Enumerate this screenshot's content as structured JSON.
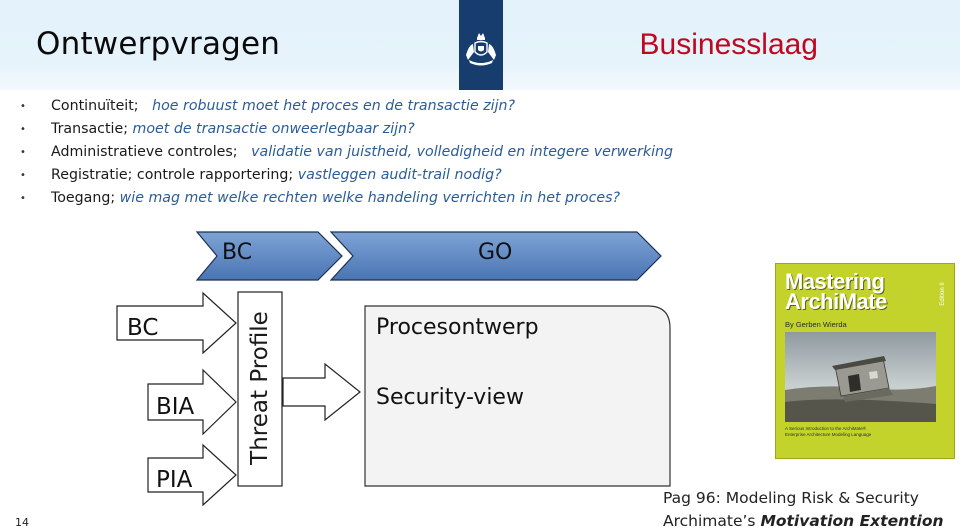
{
  "header": {
    "title": "Ontwerpvragen",
    "subtitle": "Businesslaag",
    "logo_icon": "royal-coat-of-arms-icon",
    "band_color": "#e4f2fb",
    "logo_color": "#173c6e",
    "subtitle_color": "#c0071f"
  },
  "bullets": [
    {
      "term": "Continuïteit;",
      "question": "hoe robuust moet het proces en de transactie zijn?"
    },
    {
      "term": "Transactie;",
      "question": "moet de transactie onweerlegbaar zijn?"
    },
    {
      "term": "Administratieve controles;",
      "question": "validatie van juistheid, volledigheid en integere verwerking"
    },
    {
      "term": "Registratie; controle rapportering;",
      "question": "vastleggen audit-trail nodig?"
    },
    {
      "term": "Toegang;",
      "question": "wie mag met welke rechten welke handeling verrichten in het proces?"
    }
  ],
  "diagram": {
    "top_bar": {
      "left_label": "BC",
      "right_label": "GO",
      "color": "#5b82bc"
    },
    "inputs": [
      "BC",
      "BIA",
      "PIA"
    ],
    "threat_profile": "Threat Profile",
    "process_box": {
      "line1": "Procesontwerp",
      "line2": "Security-view"
    }
  },
  "book": {
    "title_line1": "Mastering",
    "title_line2": "ArchiMate",
    "edition": "Edition II",
    "author": "By Gerben Wierda",
    "blurb": "A Serious Introduction to the ArchiMate® Enterprise Architecture Modeling Language",
    "cover_color": "#c4d32b"
  },
  "caption": {
    "line1": "Pag 96: Modeling Risk & Security",
    "line2_prefix": "Archimate’s ",
    "line2_emphasis": "Motivation Extention"
  },
  "slide_number": "14"
}
